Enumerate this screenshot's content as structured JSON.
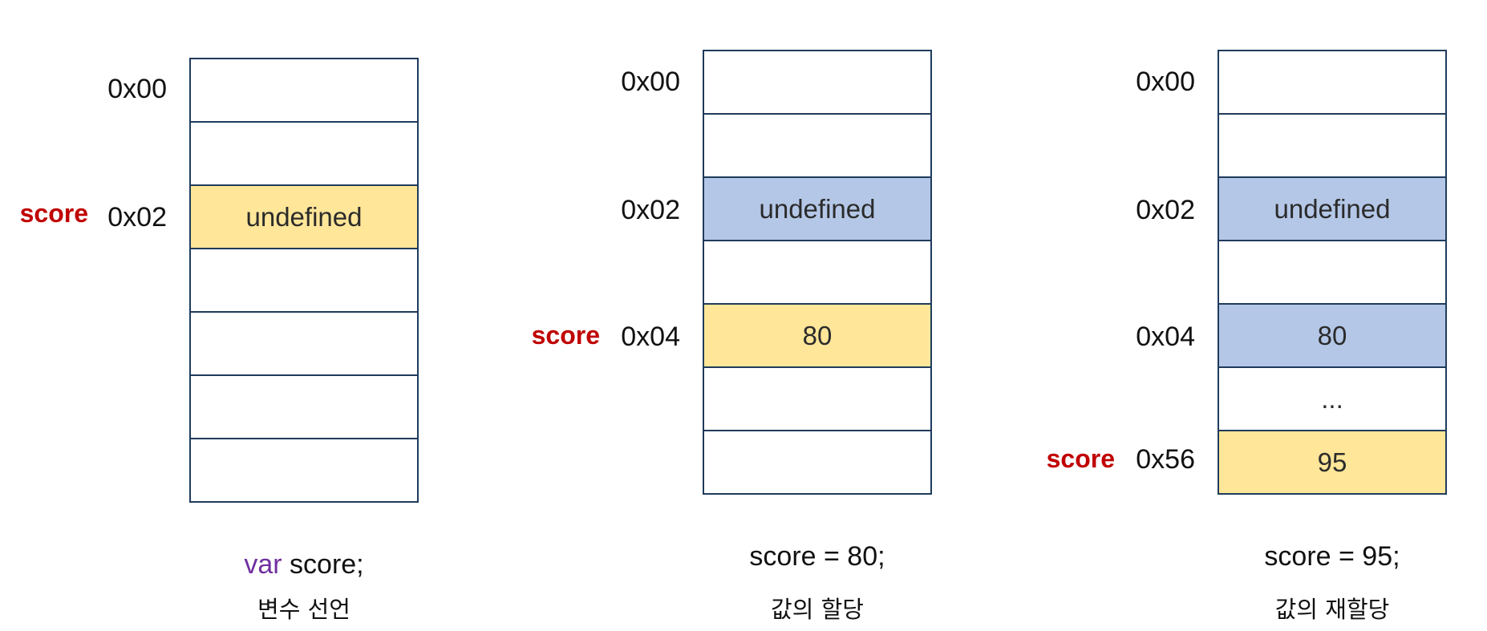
{
  "panels": [
    {
      "addresses": [
        "0x00",
        "0x02"
      ],
      "variable_label": "score",
      "cells": [
        "",
        "",
        "undefined",
        "",
        "",
        "",
        ""
      ],
      "code_keyword": "var",
      "code_rest": " score;",
      "caption": "변수 선언"
    },
    {
      "addresses": [
        "0x00",
        "0x02",
        "0x04"
      ],
      "variable_label": "score",
      "cells": [
        "",
        "",
        "undefined",
        "",
        "80",
        "",
        ""
      ],
      "code": "score = 80;",
      "caption": "값의 할당"
    },
    {
      "addresses": [
        "0x00",
        "0x02",
        "0x04",
        "0x56"
      ],
      "variable_label": "score",
      "cells": [
        "",
        "",
        "undefined",
        "",
        "80",
        "...",
        "95"
      ],
      "code": "score = 95;",
      "caption": "값의 재할당"
    }
  ],
  "colors": {
    "current_value": "#ffe699",
    "stale_value": "#b4c7e7",
    "variable_label": "#c00000",
    "keyword": "#7030a0",
    "border": "#1f3b5c"
  }
}
